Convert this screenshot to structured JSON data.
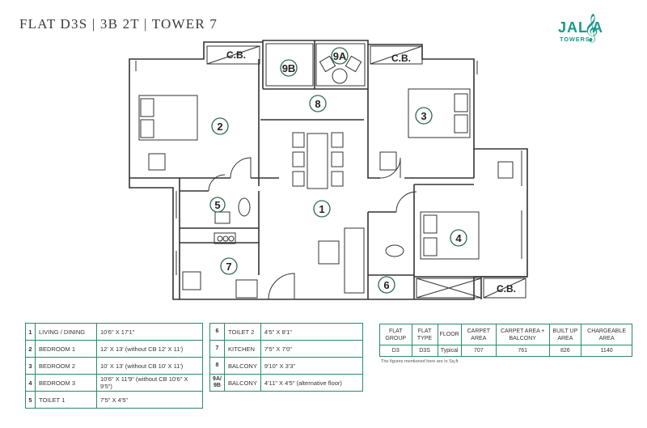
{
  "header": {
    "title": "FLAT D3S | 3B 2T | TOWER 7",
    "logo_main": "JAL  A",
    "logo_sub": "TOWERS"
  },
  "plan_labels": {
    "cb_left": "C.B.",
    "cb_top_right": "C.B.",
    "cb_bottom_right": "C.B.",
    "balcony_9b": "9B",
    "balcony_9a": "9A",
    "balcony_8": "8",
    "room_1": "1",
    "room_2": "2",
    "room_3": "3",
    "room_4": "4",
    "room_5": "5",
    "room_6": "6",
    "room_7": "7"
  },
  "rooms_left": [
    {
      "no": "1",
      "name": "LIVING / DINING",
      "size": "10'6\" X 17'1\""
    },
    {
      "no": "2",
      "name": "BEDROOM 1",
      "size": "12' X 13' (without CB 12' X 11')"
    },
    {
      "no": "3",
      "name": "BEDROOM 2",
      "size": "10' X 13' (without CB 10' X 11')"
    },
    {
      "no": "4",
      "name": "BEDROOM 3",
      "size": "10'6\" X 11'9\" (without CB 10'6\" X 9'5\")"
    },
    {
      "no": "5",
      "name": "TOILET 1",
      "size": "7'5\" X 4'5\""
    }
  ],
  "rooms_right": [
    {
      "no": "6",
      "name": "TOILET 2",
      "size": "4'5\" X 8'1\""
    },
    {
      "no": "7",
      "name": "KITCHEN",
      "size": "7'5\" X 7'0\""
    },
    {
      "no": "8",
      "name": "BALCONY",
      "size": "9'10\" X 3'3\""
    },
    {
      "no": "9A/ 9B",
      "name": "BALCONY",
      "size": "4'11\" X 4'5\" (alternative floor)"
    },
    {
      "no": "",
      "name": "",
      "size": ""
    }
  ],
  "summary": {
    "headers": [
      "FLAT GROUP",
      "FLAT TYPE",
      "FLOOR",
      "CARPET AREA",
      "CARPET AREA + BALCONY",
      "BUILT UP AREA",
      "CHARGEABLE AREA"
    ],
    "values": [
      "D3",
      "D3S",
      "Typical",
      "707",
      "761",
      "826",
      "1140"
    ],
    "note": "The figures mentioned here are in Sq.ft."
  },
  "colors": {
    "accent": "#2a8a6a",
    "logo": "#1a9a8a",
    "wall": "#333333"
  }
}
